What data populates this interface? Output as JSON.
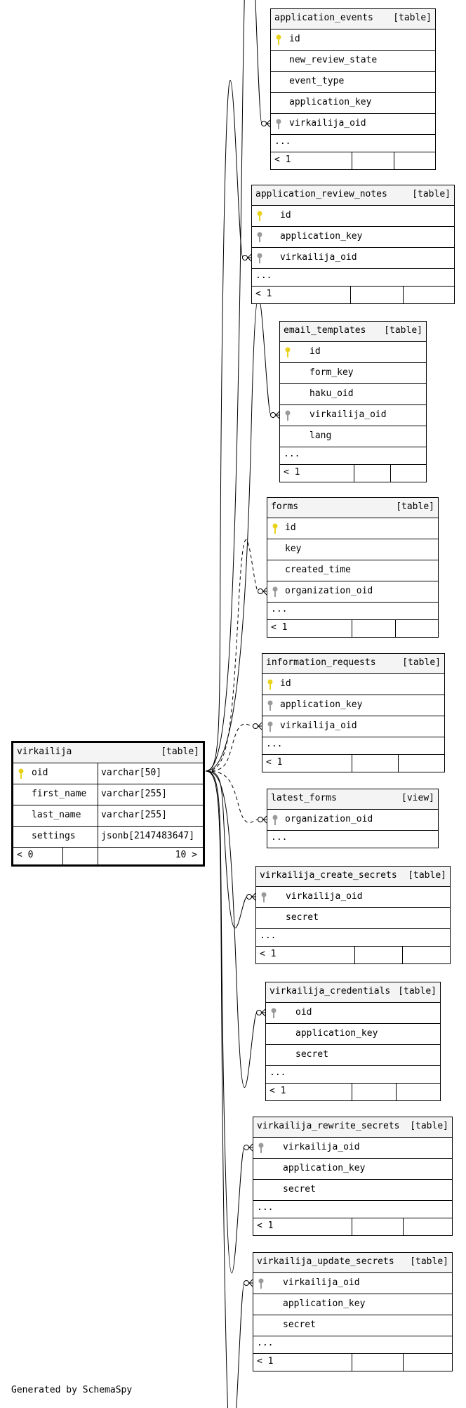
{
  "main_table": {
    "name": "virkailija",
    "kind": "[table]",
    "columns": [
      {
        "name": "oid",
        "type": "varchar[50]",
        "key": "primary"
      },
      {
        "name": "first_name",
        "type": "varchar[255]",
        "key": "none"
      },
      {
        "name": "last_name",
        "type": "varchar[255]",
        "key": "none"
      },
      {
        "name": "settings",
        "type": "jsonb[2147483647]",
        "key": "none"
      }
    ],
    "footer_left": "< 0",
    "footer_right": "10 >"
  },
  "related_tables": [
    {
      "name": "application_events",
      "kind": "[table]",
      "columns": [
        {
          "name": "id",
          "key": "primary"
        },
        {
          "name": "new_review_state",
          "key": "none"
        },
        {
          "name": "event_type",
          "key": "none"
        },
        {
          "name": "application_key",
          "key": "none"
        },
        {
          "name": "virkailija_oid",
          "key": "foreign"
        }
      ],
      "more": "...",
      "footer": "< 1"
    },
    {
      "name": "application_review_notes",
      "kind": "[table]",
      "columns": [
        {
          "name": "id",
          "key": "primary"
        },
        {
          "name": "application_key",
          "key": "foreign"
        },
        {
          "name": "virkailija_oid",
          "key": "foreign"
        }
      ],
      "more": "...",
      "footer": "< 1"
    },
    {
      "name": "email_templates",
      "kind": "[table]",
      "columns": [
        {
          "name": "id",
          "key": "primary"
        },
        {
          "name": "form_key",
          "key": "none"
        },
        {
          "name": "haku_oid",
          "key": "none"
        },
        {
          "name": "virkailija_oid",
          "key": "foreign"
        },
        {
          "name": "lang",
          "key": "none"
        }
      ],
      "more": "...",
      "footer": "< 1"
    },
    {
      "name": "forms",
      "kind": "[table]",
      "columns": [
        {
          "name": "id",
          "key": "primary"
        },
        {
          "name": "key",
          "key": "none"
        },
        {
          "name": "created_time",
          "key": "none"
        },
        {
          "name": "organization_oid",
          "key": "foreign"
        }
      ],
      "more": "...",
      "footer": "< 1"
    },
    {
      "name": "information_requests",
      "kind": "[table]",
      "columns": [
        {
          "name": "id",
          "key": "primary"
        },
        {
          "name": "application_key",
          "key": "foreign"
        },
        {
          "name": "virkailija_oid",
          "key": "foreign"
        }
      ],
      "more": "...",
      "footer": "< 1"
    },
    {
      "name": "latest_forms",
      "kind": "[view]",
      "columns": [
        {
          "name": "organization_oid",
          "key": "foreign"
        }
      ],
      "more": "...",
      "footer": ""
    },
    {
      "name": "virkailija_create_secrets",
      "kind": "[table]",
      "columns": [
        {
          "name": "virkailija_oid",
          "key": "foreign"
        },
        {
          "name": "secret",
          "key": "none"
        }
      ],
      "more": "...",
      "footer": "< 1"
    },
    {
      "name": "virkailija_credentials",
      "kind": "[table]",
      "columns": [
        {
          "name": "oid",
          "key": "foreign"
        },
        {
          "name": "application_key",
          "key": "none"
        },
        {
          "name": "secret",
          "key": "none"
        }
      ],
      "more": "...",
      "footer": "< 1"
    },
    {
      "name": "virkailija_rewrite_secrets",
      "kind": "[table]",
      "columns": [
        {
          "name": "virkailija_oid",
          "key": "foreign"
        },
        {
          "name": "application_key",
          "key": "none"
        },
        {
          "name": "secret",
          "key": "none"
        }
      ],
      "more": "...",
      "footer": "< 1"
    },
    {
      "name": "virkailija_update_secrets",
      "kind": "[table]",
      "columns": [
        {
          "name": "virkailija_oid",
          "key": "foreign"
        },
        {
          "name": "application_key",
          "key": "none"
        },
        {
          "name": "secret",
          "key": "none"
        }
      ],
      "more": "...",
      "footer": "< 1"
    }
  ],
  "colors": {
    "primary_key": "#e8d21a",
    "foreign_key": "#9a9a9a",
    "header_bg": "#f4f4f4"
  },
  "generated_by": "Generated by SchemaSpy"
}
